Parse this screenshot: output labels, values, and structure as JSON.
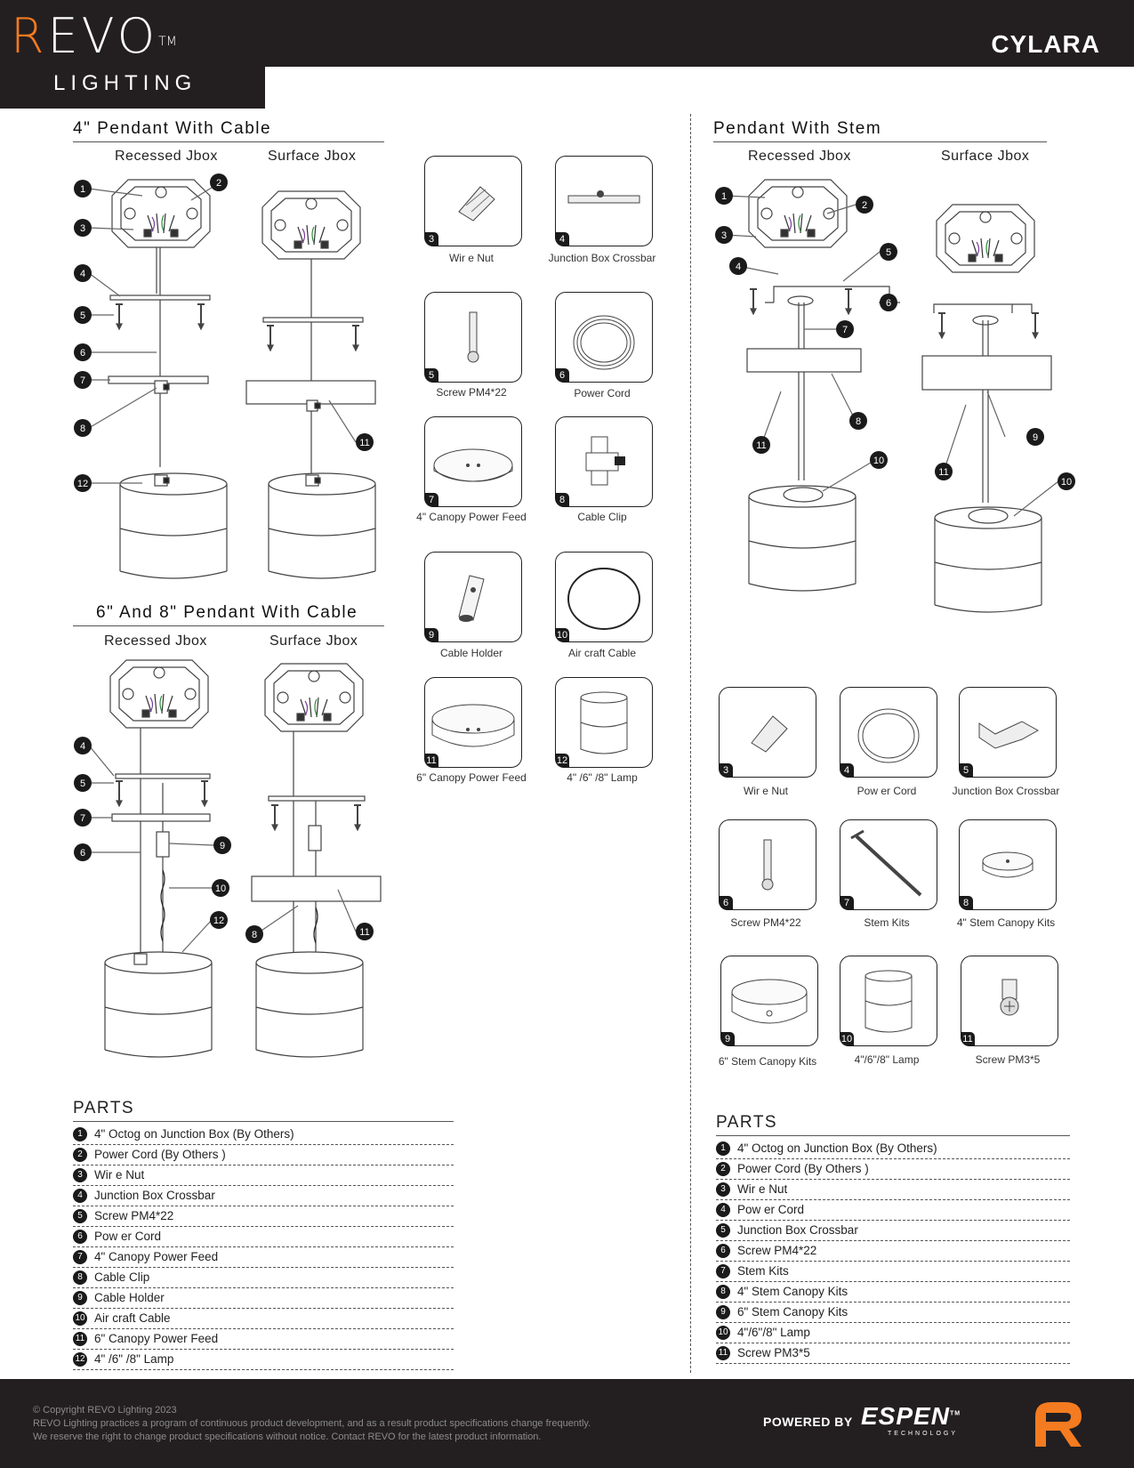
{
  "header": {
    "brand_first": "R",
    "brand_rest": "EVO",
    "trademark": "TM",
    "lighting": "LIGHTING",
    "product": "CYLARA"
  },
  "left": {
    "title1": "4\" Pendant With Cable",
    "title1_recessed": "Recessed Jbox",
    "title1_surface": "Surface Jbox",
    "title2": "6\" And 8\" Pendant With Cable",
    "title2_recessed": "Recessed Jbox",
    "title2_surface": "Surface Jbox",
    "cards": [
      {
        "num": "3",
        "label": "Wir e Nut"
      },
      {
        "num": "4",
        "label": "Junction Box Crossbar"
      },
      {
        "num": "5",
        "label": "Screw PM4*22"
      },
      {
        "num": "6",
        "label": "Power  Cord"
      },
      {
        "num": "7",
        "label": "4\" Canopy Power Feed"
      },
      {
        "num": "8",
        "label": "Cable Clip"
      },
      {
        "num": "9",
        "label": "Cable Holder"
      },
      {
        "num": "10",
        "label": "Air craft   Cable"
      },
      {
        "num": "11",
        "label": "6\" Canopy Power Feed"
      },
      {
        "num": "12",
        "label": "4\" /6\" /8\"  Lamp"
      }
    ],
    "parts_title": "PARTS",
    "parts": [
      {
        "num": "1",
        "label": "4\" Octog on  Junction    Box  (By  Others)"
      },
      {
        "num": "2",
        "label": "Power Cord   (By Others )"
      },
      {
        "num": "3",
        "label": "Wir e Nut"
      },
      {
        "num": "4",
        "label": "Junction Box Crossbar"
      },
      {
        "num": "5",
        "label": "Screw PM4*22"
      },
      {
        "num": "6",
        "label": "Pow er  Cord"
      },
      {
        "num": "7",
        "label": "4\" Canopy Power Feed"
      },
      {
        "num": "8",
        "label": "Cable Clip"
      },
      {
        "num": "9",
        "label": "Cable Holder"
      },
      {
        "num": "10",
        "label": "Air craft   Cable"
      },
      {
        "num": "11",
        "label": "6\" Canopy Power Feed"
      },
      {
        "num": "12",
        "label": "4\" /6\" /8\"   Lamp"
      }
    ]
  },
  "right": {
    "title": "Pendant With Stem",
    "recessed": "Recessed Jbox",
    "surface": "Surface Jbox",
    "cards": [
      {
        "num": "3",
        "label": "Wir e Nut"
      },
      {
        "num": "4",
        "label": "Pow er  Cord"
      },
      {
        "num": "5",
        "label": "Junction Box Crossbar"
      },
      {
        "num": "6",
        "label": "Screw PM4*22"
      },
      {
        "num": "7",
        "label": "Stem Kits"
      },
      {
        "num": "8",
        "label": "4\" Stem Canopy Kits"
      },
      {
        "num": "9",
        "label": "6\" Stem Canopy Kits"
      },
      {
        "num": "10",
        "label": "4\"/6\"/8\"   Lamp"
      },
      {
        "num": "11",
        "label": "Screw PM3*5"
      }
    ],
    "parts_title": "PARTS",
    "parts": [
      {
        "num": "1",
        "label": "4\" Octog on  Junction    Box  (By Others)"
      },
      {
        "num": "2",
        "label": "Power Cord   (By Others )"
      },
      {
        "num": "3",
        "label": "Wir e Nut"
      },
      {
        "num": "4",
        "label": "Pow er  Cord"
      },
      {
        "num": "5",
        "label": "Junction Box Crossbar"
      },
      {
        "num": "6",
        "label": "Screw PM4*22"
      },
      {
        "num": "7",
        "label": "Stem Kits"
      },
      {
        "num": "8",
        "label": "4\" Stem Canopy Kits"
      },
      {
        "num": "9",
        "label": "6\" Stem Canopy Kits"
      },
      {
        "num": "10",
        "label": "4\"/6\"/8\" Lamp"
      },
      {
        "num": "11",
        "label": "Screw PM3*5"
      }
    ]
  },
  "footer": {
    "line1": "© Copyright REVO Lighting 2023",
    "line2": "REVO Lighting practices a program of continuous product development, and as a result product specifications change frequently.",
    "line3": "We reserve the right to change product specifications without notice. Contact REVO for the latest product information.",
    "powered": "POWERED BY",
    "espen": "ESPEN",
    "tm": "TM",
    "technology": "TECHNOLOGY"
  },
  "colors": {
    "dark": "#231f20",
    "accent": "#f47b20"
  }
}
